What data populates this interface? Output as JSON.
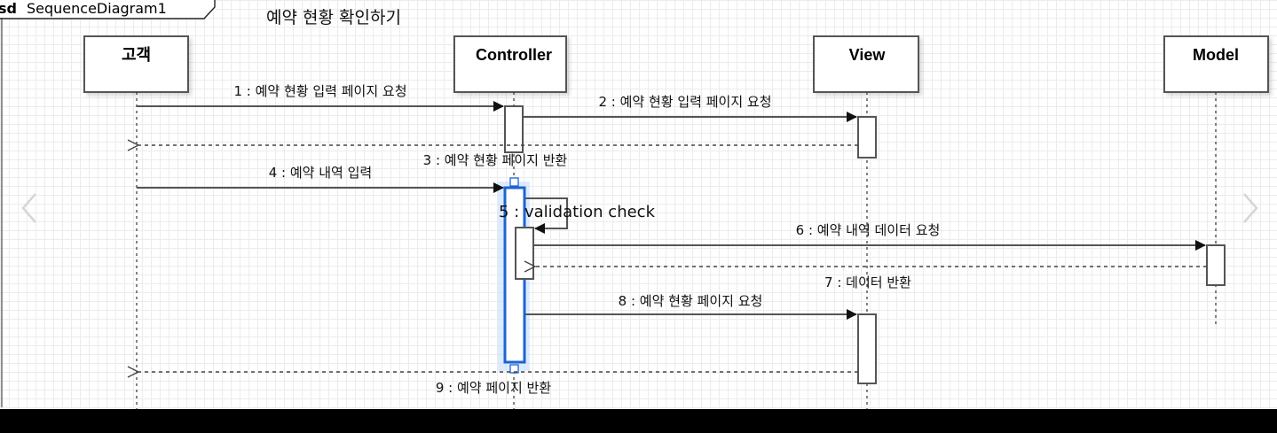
{
  "frame": {
    "keyword": "sd",
    "name": "SequenceDiagram1"
  },
  "diagram_title": "예약 현황 확인하기",
  "participants": [
    {
      "id": "customer",
      "label": "고객"
    },
    {
      "id": "controller",
      "label": "Controller"
    },
    {
      "id": "view",
      "label": "View"
    },
    {
      "id": "model",
      "label": "Model"
    }
  ],
  "messages": [
    {
      "label": "1 : 예약 현황 입력 페이지 요청"
    },
    {
      "label": "2 : 예약 현황 입력 페이지 요청"
    },
    {
      "label": "3 : 예약 현황 페이지 반환"
    },
    {
      "label": "4 : 예약 내역 입력"
    },
    {
      "label": "5 : validation check"
    },
    {
      "label": "6 : 예약 내역 데이터 요청"
    },
    {
      "label": "7 : 데이터 반환"
    },
    {
      "label": "8 : 예약 현황 페이지 요청"
    },
    {
      "label": "9 : 예약 페이지 반환"
    }
  ],
  "icons": {
    "prev": "chevron-left-icon",
    "next": "chevron-right-icon"
  },
  "colors": {
    "line": "#555555",
    "selection": "#1e64d2",
    "selection_glow": "#cfe2ff",
    "arrowhead": "#111111"
  }
}
